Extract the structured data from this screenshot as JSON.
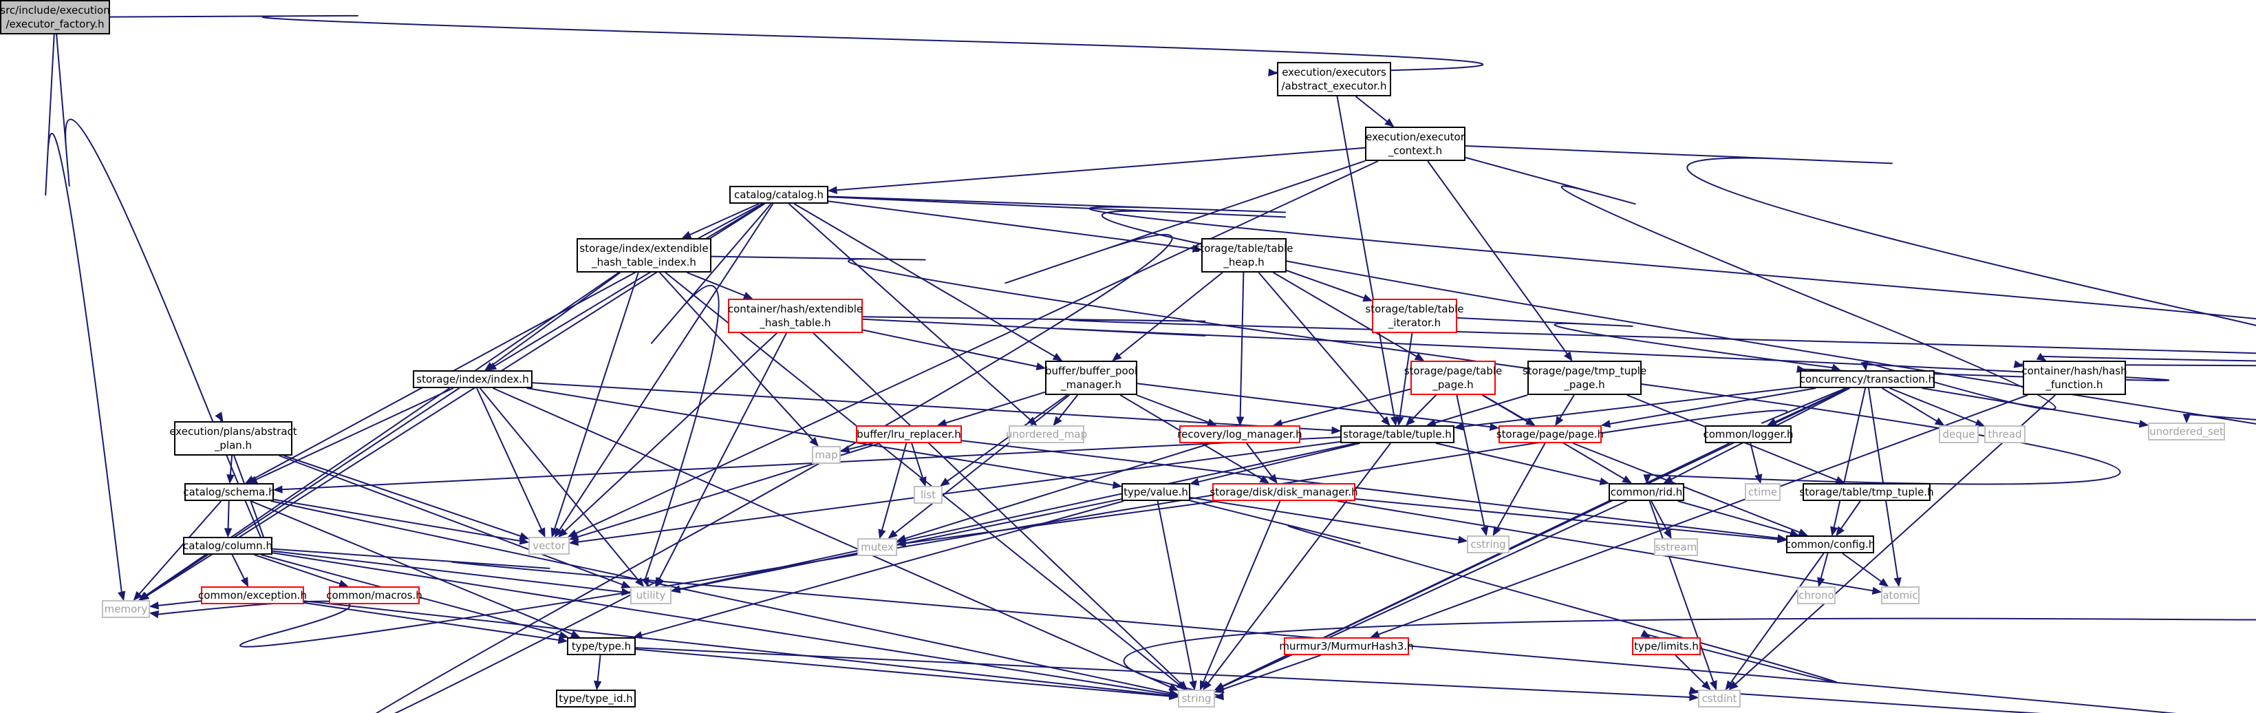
{
  "diagram": {
    "colors": {
      "edge": "#191970",
      "border_normal": "#000000",
      "border_incomplete": "#ff0000",
      "border_system": "#bfbfbf",
      "fill_root": "#bfbfbf",
      "text_system": "#a0a0a0"
    },
    "nodes": [
      {
        "id": "executor_factory",
        "lines": [
          "src/include/execution",
          "/executor_factory.h"
        ],
        "kind": "root"
      },
      {
        "id": "memory",
        "lines": [
          "memory"
        ],
        "kind": "system"
      },
      {
        "id": "abstract_executor",
        "lines": [
          "execution/executors",
          "/abstract_executor.h"
        ],
        "kind": "normal"
      },
      {
        "id": "abstract_plan",
        "lines": [
          "execution/plans/abstract",
          "_plan.h"
        ],
        "kind": "normal"
      },
      {
        "id": "executor_context",
        "lines": [
          "execution/executor",
          "_context.h"
        ],
        "kind": "normal"
      },
      {
        "id": "catalog",
        "lines": [
          "catalog/catalog.h"
        ],
        "kind": "normal"
      },
      {
        "id": "unordered_set",
        "lines": [
          "unordered_set"
        ],
        "kind": "system"
      },
      {
        "id": "ext_hash_table_index",
        "lines": [
          "storage/index/extendible",
          "_hash_table_index.h"
        ],
        "kind": "normal"
      },
      {
        "id": "table_heap",
        "lines": [
          "storage/table/table",
          "_heap.h"
        ],
        "kind": "normal"
      },
      {
        "id": "container_ext_hash_table",
        "lines": [
          "container/hash/extendible",
          "_hash_table.h"
        ],
        "kind": "incomplete"
      },
      {
        "id": "table_iterator",
        "lines": [
          "storage/table/table",
          "_iterator.h"
        ],
        "kind": "incomplete"
      },
      {
        "id": "index",
        "lines": [
          "storage/index/index.h"
        ],
        "kind": "normal"
      },
      {
        "id": "buffer_pool_manager",
        "lines": [
          "buffer/buffer_pool",
          "_manager.h"
        ],
        "kind": "normal"
      },
      {
        "id": "table_page",
        "lines": [
          "storage/page/table",
          "_page.h"
        ],
        "kind": "incomplete"
      },
      {
        "id": "tmp_tuple_page",
        "lines": [
          "storage/page/tmp_tuple",
          "_page.h"
        ],
        "kind": "normal"
      },
      {
        "id": "transaction",
        "lines": [
          "concurrency/transaction.h"
        ],
        "kind": "normal"
      },
      {
        "id": "hash_function",
        "lines": [
          "container/hash/hash",
          "_function.h"
        ],
        "kind": "normal"
      },
      {
        "id": "lru_replacer",
        "lines": [
          "buffer/lru_replacer.h"
        ],
        "kind": "incomplete"
      },
      {
        "id": "unordered_map",
        "lines": [
          "unordered_map"
        ],
        "kind": "system"
      },
      {
        "id": "log_manager",
        "lines": [
          "recovery/log_manager.h"
        ],
        "kind": "incomplete"
      },
      {
        "id": "tuple",
        "lines": [
          "storage/table/tuple.h"
        ],
        "kind": "normal"
      },
      {
        "id": "page",
        "lines": [
          "storage/page/page.h"
        ],
        "kind": "incomplete"
      },
      {
        "id": "deque",
        "lines": [
          "deque"
        ],
        "kind": "system"
      },
      {
        "id": "thread",
        "lines": [
          "thread"
        ],
        "kind": "system"
      },
      {
        "id": "logger",
        "lines": [
          "common/logger.h"
        ],
        "kind": "normal"
      },
      {
        "id": "schema",
        "lines": [
          "catalog/schema.h"
        ],
        "kind": "normal"
      },
      {
        "id": "map",
        "lines": [
          "map"
        ],
        "kind": "system"
      },
      {
        "id": "list",
        "lines": [
          "list"
        ],
        "kind": "system"
      },
      {
        "id": "value",
        "lines": [
          "type/value.h"
        ],
        "kind": "normal"
      },
      {
        "id": "disk_manager",
        "lines": [
          "storage/disk/disk_manager.h"
        ],
        "kind": "incomplete"
      },
      {
        "id": "rid",
        "lines": [
          "common/rid.h"
        ],
        "kind": "normal"
      },
      {
        "id": "ctime",
        "lines": [
          "ctime"
        ],
        "kind": "system"
      },
      {
        "id": "tmp_tuple",
        "lines": [
          "storage/table/tmp_tuple.h"
        ],
        "kind": "normal"
      },
      {
        "id": "column",
        "lines": [
          "catalog/column.h"
        ],
        "kind": "normal"
      },
      {
        "id": "vector",
        "lines": [
          "vector"
        ],
        "kind": "system"
      },
      {
        "id": "mutex",
        "lines": [
          "mutex"
        ],
        "kind": "system"
      },
      {
        "id": "cstring",
        "lines": [
          "cstring"
        ],
        "kind": "system"
      },
      {
        "id": "sstream",
        "lines": [
          "sstream"
        ],
        "kind": "system"
      },
      {
        "id": "config",
        "lines": [
          "common/config.h"
        ],
        "kind": "normal"
      },
      {
        "id": "exception",
        "lines": [
          "common/exception.h"
        ],
        "kind": "incomplete"
      },
      {
        "id": "macros",
        "lines": [
          "common/macros.h"
        ],
        "kind": "incomplete"
      },
      {
        "id": "utility",
        "lines": [
          "utility"
        ],
        "kind": "system"
      },
      {
        "id": "chrono",
        "lines": [
          "chrono"
        ],
        "kind": "system"
      },
      {
        "id": "atomic",
        "lines": [
          "atomic"
        ],
        "kind": "system"
      },
      {
        "id": "murmur",
        "lines": [
          "murmur3/MurmurHash3.h"
        ],
        "kind": "incomplete"
      },
      {
        "id": "limits",
        "lines": [
          "type/limits.h"
        ],
        "kind": "incomplete"
      },
      {
        "id": "type",
        "lines": [
          "type/type.h"
        ],
        "kind": "normal"
      },
      {
        "id": "type_id",
        "lines": [
          "type/type_id.h"
        ],
        "kind": "normal"
      },
      {
        "id": "string",
        "lines": [
          "string"
        ],
        "kind": "system"
      },
      {
        "id": "cstdint",
        "lines": [
          "cstdint"
        ],
        "kind": "system"
      }
    ],
    "edges": [
      [
        "executor_factory",
        "memory"
      ],
      [
        "executor_factory",
        "abstract_executor"
      ],
      [
        "executor_factory",
        "abstract_plan"
      ],
      [
        "abstract_executor",
        "executor_context"
      ],
      [
        "abstract_executor",
        "tuple"
      ],
      [
        "abstract_plan",
        "schema"
      ],
      [
        "abstract_plan",
        "utility"
      ],
      [
        "abstract_plan",
        "vector"
      ],
      [
        "executor_context",
        "catalog"
      ],
      [
        "executor_context",
        "unordered_set"
      ],
      [
        "executor_context",
        "vector"
      ],
      [
        "executor_context",
        "utility"
      ],
      [
        "executor_context",
        "tmp_tuple_page"
      ],
      [
        "executor_context",
        "transaction"
      ],
      [
        "catalog",
        "memory"
      ],
      [
        "catalog",
        "schema"
      ],
      [
        "catalog",
        "index"
      ],
      [
        "catalog",
        "ext_hash_table_index"
      ],
      [
        "catalog",
        "table_heap"
      ],
      [
        "catalog",
        "buffer_pool_manager"
      ],
      [
        "catalog",
        "hash_function"
      ],
      [
        "catalog",
        "unordered_map"
      ],
      [
        "catalog",
        "vector"
      ],
      [
        "catalog",
        "utility"
      ],
      [
        "catalog",
        "string"
      ],
      [
        "ext_hash_table_index",
        "container_ext_hash_table"
      ],
      [
        "ext_hash_table_index",
        "index"
      ],
      [
        "ext_hash_table_index",
        "memory"
      ],
      [
        "ext_hash_table_index",
        "map"
      ],
      [
        "ext_hash_table_index",
        "vector"
      ],
      [
        "ext_hash_table_index",
        "string"
      ],
      [
        "ext_hash_table_index",
        "rid"
      ],
      [
        "table_heap",
        "buffer_pool_manager"
      ],
      [
        "table_heap",
        "log_manager"
      ],
      [
        "table_heap",
        "table_page"
      ],
      [
        "table_heap",
        "table_iterator"
      ],
      [
        "table_heap",
        "tuple"
      ],
      [
        "table_iterator",
        "tuple"
      ],
      [
        "table_iterator",
        "transaction"
      ],
      [
        "container_ext_hash_table",
        "buffer_pool_manager"
      ],
      [
        "container_ext_hash_table",
        "hash_function"
      ],
      [
        "container_ext_hash_table",
        "transaction"
      ],
      [
        "container_ext_hash_table",
        "vector"
      ],
      [
        "container_ext_hash_table",
        "utility"
      ],
      [
        "container_ext_hash_table",
        "string"
      ],
      [
        "index",
        "schema"
      ],
      [
        "index",
        "tuple"
      ],
      [
        "index",
        "value"
      ],
      [
        "index",
        "memory"
      ],
      [
        "index",
        "vector"
      ],
      [
        "index",
        "utility"
      ],
      [
        "index",
        "string"
      ],
      [
        "buffer_pool_manager",
        "lru_replacer"
      ],
      [
        "buffer_pool_manager",
        "log_manager"
      ],
      [
        "buffer_pool_manager",
        "page"
      ],
      [
        "buffer_pool_manager",
        "disk_manager"
      ],
      [
        "buffer_pool_manager",
        "list"
      ],
      [
        "buffer_pool_manager",
        "mutex"
      ],
      [
        "buffer_pool_manager",
        "unordered_map"
      ],
      [
        "table_page",
        "log_manager"
      ],
      [
        "table_page",
        "tuple"
      ],
      [
        "table_page",
        "page"
      ],
      [
        "table_page",
        "rid"
      ],
      [
        "table_page",
        "cstring"
      ],
      [
        "tmp_tuple_page",
        "tuple"
      ],
      [
        "tmp_tuple_page",
        "page"
      ],
      [
        "tmp_tuple_page",
        "tmp_tuple"
      ],
      [
        "transaction",
        "tuple"
      ],
      [
        "transaction",
        "page"
      ],
      [
        "transaction",
        "logger"
      ],
      [
        "transaction",
        "config"
      ],
      [
        "transaction",
        "deque"
      ],
      [
        "transaction",
        "thread"
      ],
      [
        "transaction",
        "unordered_set"
      ],
      [
        "transaction",
        "atomic"
      ],
      [
        "transaction",
        "string"
      ],
      [
        "transaction",
        "rid"
      ],
      [
        "transaction",
        "memory"
      ],
      [
        "hash_function",
        "murmur"
      ],
      [
        "hash_function",
        "cstdint"
      ],
      [
        "lru_replacer",
        "map"
      ],
      [
        "lru_replacer",
        "list"
      ],
      [
        "lru_replacer",
        "mutex"
      ],
      [
        "lru_replacer",
        "vector"
      ],
      [
        "lru_replacer",
        "config"
      ],
      [
        "log_manager",
        "disk_manager"
      ],
      [
        "log_manager",
        "mutex"
      ],
      [
        "tuple",
        "schema"
      ],
      [
        "tuple",
        "rid"
      ],
      [
        "tuple",
        "value"
      ],
      [
        "tuple",
        "vector"
      ],
      [
        "tuple",
        "string"
      ],
      [
        "tuple",
        "utility"
      ],
      [
        "page",
        "config"
      ],
      [
        "page",
        "cstring"
      ],
      [
        "logger",
        "ctime"
      ],
      [
        "logger",
        "string"
      ],
      [
        "schema",
        "column"
      ],
      [
        "schema",
        "memory"
      ],
      [
        "schema",
        "vector"
      ],
      [
        "schema",
        "string"
      ],
      [
        "schema",
        "type"
      ],
      [
        "value",
        "type"
      ],
      [
        "value",
        "limits"
      ],
      [
        "value",
        "string"
      ],
      [
        "value",
        "cstring"
      ],
      [
        "value",
        "utility"
      ],
      [
        "disk_manager",
        "config"
      ],
      [
        "disk_manager",
        "mutex"
      ],
      [
        "disk_manager",
        "atomic"
      ],
      [
        "disk_manager",
        "string"
      ],
      [
        "rid",
        "config"
      ],
      [
        "rid",
        "sstream"
      ],
      [
        "rid",
        "string"
      ],
      [
        "rid",
        "cstdint"
      ],
      [
        "tmp_tuple",
        "config"
      ],
      [
        "column",
        "exception"
      ],
      [
        "column",
        "macros"
      ],
      [
        "column",
        "type"
      ],
      [
        "column",
        "utility"
      ],
      [
        "column",
        "string"
      ],
      [
        "column",
        "cstdint"
      ],
      [
        "config",
        "chrono"
      ],
      [
        "config",
        "atomic"
      ],
      [
        "config",
        "cstdint"
      ],
      [
        "exception",
        "type"
      ],
      [
        "exception",
        "memory"
      ],
      [
        "exception",
        "string"
      ],
      [
        "limits",
        "cstdint"
      ],
      [
        "murmur",
        "string"
      ],
      [
        "type",
        "type_id"
      ],
      [
        "type",
        "string"
      ],
      [
        "type",
        "cstdint"
      ]
    ]
  }
}
